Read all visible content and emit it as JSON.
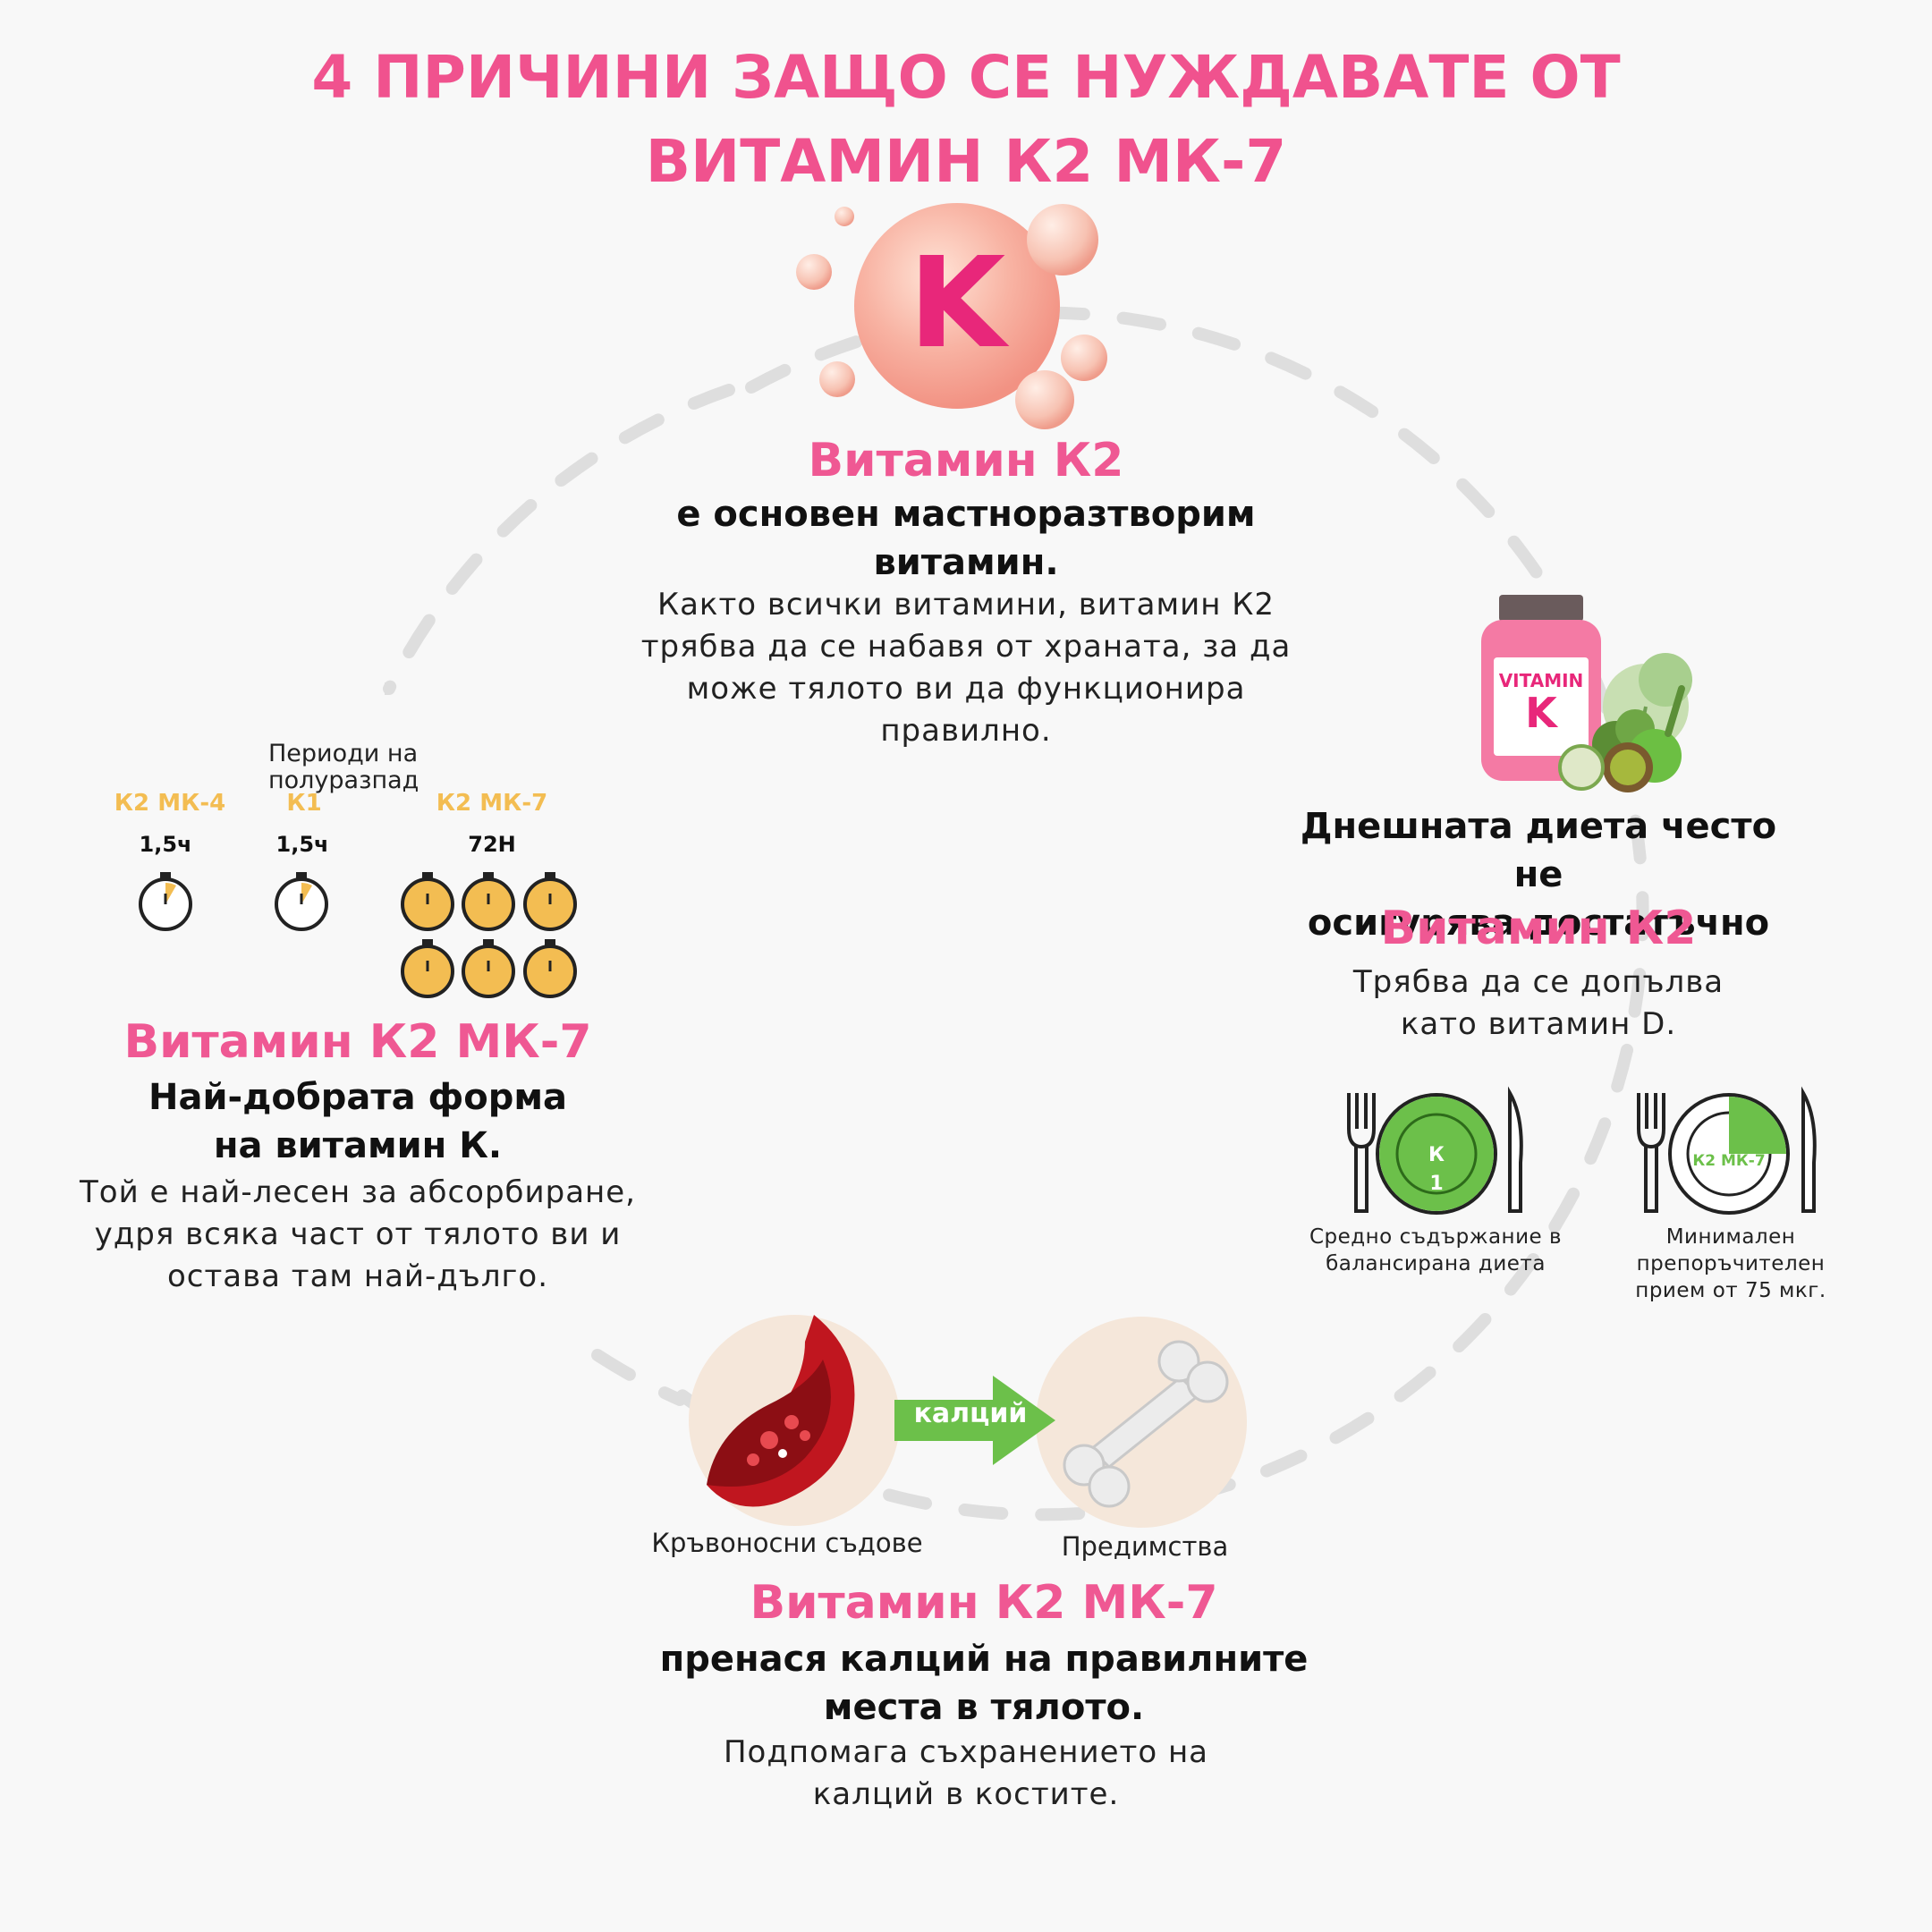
{
  "title": {
    "line1": "4 ПРИЧИНИ ЗАЩО СЕ НУЖДАВАТЕ ОТ",
    "line2": "ВИТАМИН К2 МК-7"
  },
  "top_section": {
    "emblem_letter": "K",
    "heading": "Витамин К2",
    "bold_line1": "е основен мастноразтворим",
    "bold_line2": "витамин.",
    "text_line1": "Както всички витамини, витамин К2",
    "text_line2": "трябва да се набавя от храната, за да",
    "text_line3": "може тялото ви да функционира",
    "text_line4": "правилно."
  },
  "right_section": {
    "jar_label_line1": "VITAMIN",
    "jar_label_line2": "K",
    "bold_line1": "Днешната диета често не",
    "bold_line2": "осигурява достатъчно",
    "heading": "Витамин К2",
    "text_line1": "Трябва да се допълва",
    "text_line2": "като витамин D.",
    "plate1_label_top": "К",
    "plate1_label_bottom": "1",
    "plate1_caption_line1": "Средно съдържание в",
    "plate1_caption_line2": "балансирана диета",
    "plate2_label": "К2 МК-7",
    "plate2_fill_fraction": 0.25,
    "plate2_caption_line1": "Минимален",
    "plate2_caption_line2": "препоръчителен",
    "plate2_caption_line3": "прием от 75 мкг."
  },
  "left_section": {
    "half_life_title_line1": "Периоди на",
    "half_life_title_line2": "полуразпад",
    "col1_label": "К2 МК-4",
    "col1_hours": "1,5ч",
    "col2_label": "К1",
    "col2_hours": "1,5ч",
    "col3_label": "К2 МК-7",
    "col3_hours": "72Н",
    "col3_timer_count": 6,
    "heading": "Витамин К2 МК-7",
    "bold_line1": "Най-добрата форма",
    "bold_line2": "на витамин К.",
    "text_line1": "Той е най-лесен за абсорбиране,",
    "text_line2": "удря всяка част от тялото ви и",
    "text_line3": "остава там най-дълго."
  },
  "bottom_section": {
    "arrow_label": "калций",
    "vessel_caption": "Кръвоносни съдове",
    "bone_caption": "Предимства",
    "heading": "Витамин К2 МК-7",
    "bold_line1": "пренася калций на правилните",
    "bold_line2": "места в тялото.",
    "text_line1": "Подпомага съхранението на",
    "text_line2": "калций в костите."
  },
  "colors": {
    "pink": "#ef5893",
    "title_pink": "#f0528e",
    "yellow": "#f3bd52",
    "green": "#6cc04a",
    "dash_gray": "#dddddd",
    "peach": "#f5e7da"
  }
}
